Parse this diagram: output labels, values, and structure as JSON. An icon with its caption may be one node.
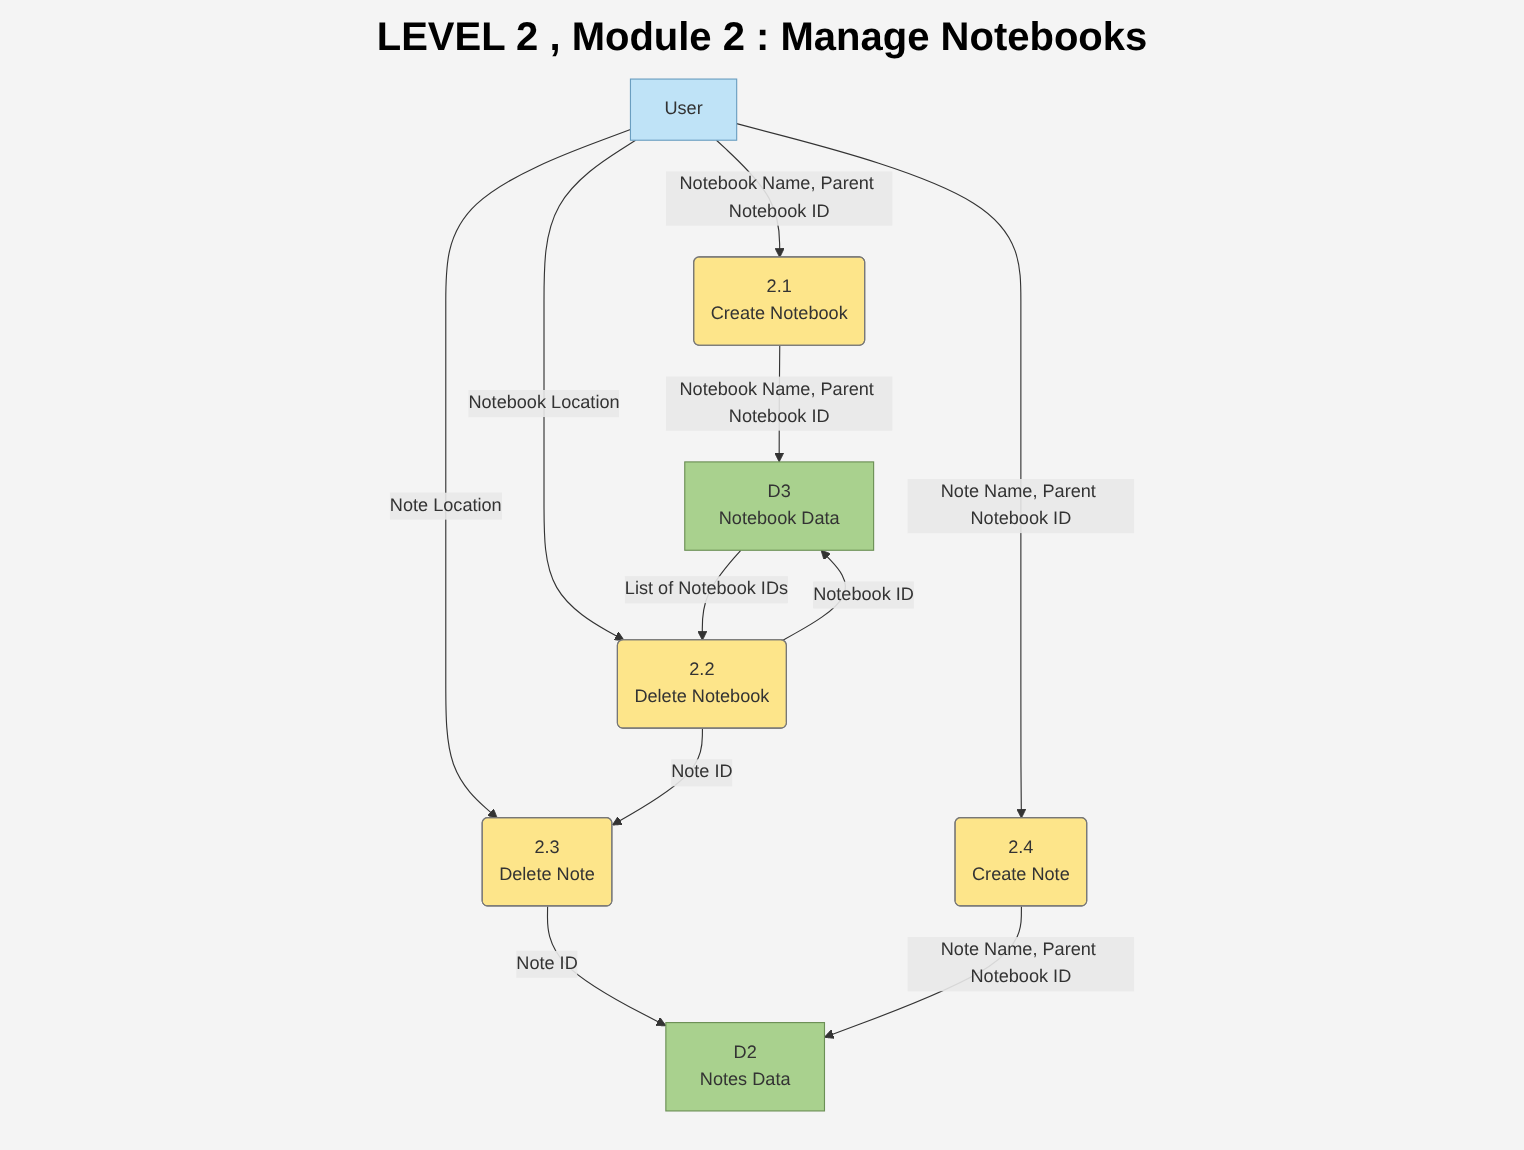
{
  "diagram": {
    "title": "LEVEL 2 , Module 2 : Manage Notebooks",
    "nodes": [
      {
        "text": [
          "User"
        ]
      },
      {
        "text": [
          "2.1",
          "Create Notebook"
        ]
      },
      {
        "text": [
          "2.4",
          "Create Note"
        ]
      },
      {
        "text": [
          "2.2",
          "Delete Notebook"
        ]
      },
      {
        "text": [
          "2.3",
          "Delete Note"
        ]
      },
      {
        "text": [
          "D3",
          "Notebook Data"
        ]
      },
      {
        "text": [
          "D2",
          "Notes Data"
        ]
      }
    ],
    "edges": [
      {
        "from": 0,
        "to": 1,
        "arrow": "to",
        "label": "Notebook Name, Parent Notebook ID"
      },
      {
        "from": 0,
        "to": 2,
        "arrow": "to",
        "label": "Note Name, Parent Notebook ID"
      },
      {
        "from": 0,
        "to": 3,
        "arrow": "to",
        "label": "Notebook Location"
      },
      {
        "from": 0,
        "to": 4,
        "arrow": "to",
        "label": "Note Location"
      },
      {
        "from": 3,
        "to": 4,
        "arrow": "to",
        "label": "Note ID"
      },
      {
        "from": 1,
        "to": 5,
        "arrow": "to",
        "label": "Notebook Name, Parent Notebook ID"
      },
      {
        "from": 3,
        "to": 5,
        "arrow": "to",
        "label": "Notebook ID"
      },
      {
        "from": 5,
        "to": 3,
        "arrow": "to",
        "label": "List of Notebook IDs"
      },
      {
        "from": 4,
        "to": 6,
        "arrow": "to",
        "label": "Note ID"
      },
      {
        "from": 2,
        "to": 6,
        "arrow": "to",
        "label": "Note Name, Parent Notebook ID"
      }
    ]
  }
}
